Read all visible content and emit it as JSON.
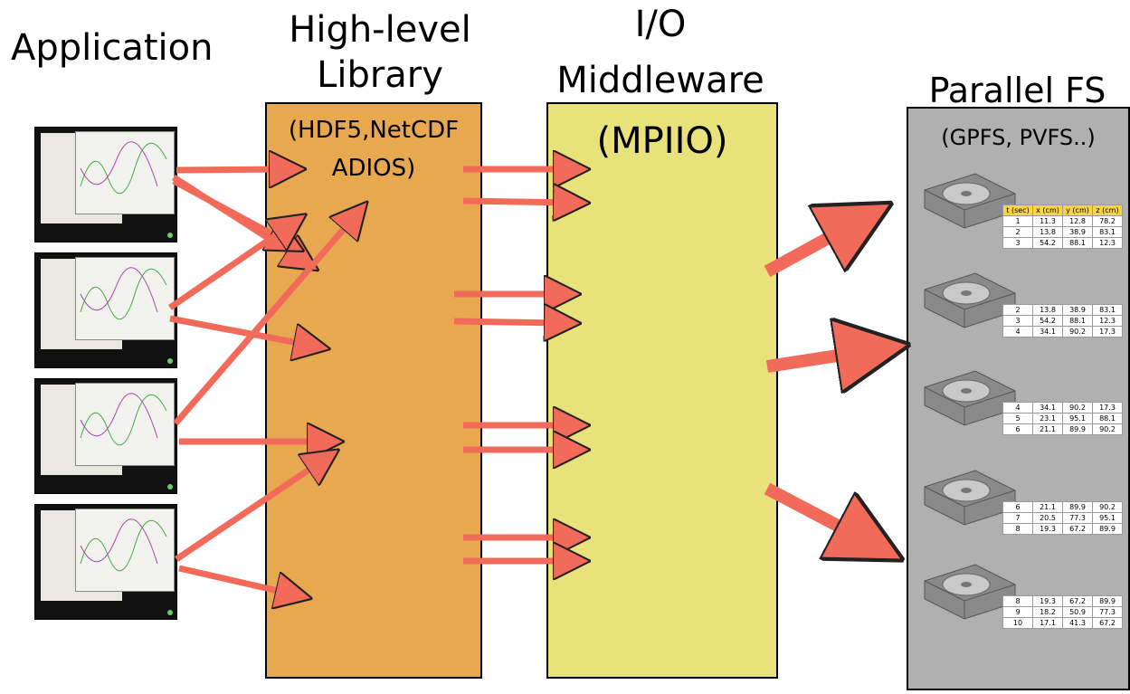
{
  "labels": {
    "application": "Application",
    "high_level_line1": "High-level",
    "high_level_line2": "Library",
    "high_level_sub1": "(HDF5,NetCDF",
    "high_level_sub2": "ADIOS)",
    "io_line1": "I/O",
    "io_line2": "Middleware",
    "io_sub": "(MPIIO)",
    "pfs_title": "Parallel FS",
    "pfs_sub": "(GPFS, PVFS..)"
  },
  "table_header": [
    "t (sec)",
    "x (cm)",
    "y (cm)",
    "z (cm)"
  ],
  "disk_tables": [
    {
      "rows": [
        [
          "1",
          "11.3",
          "12.8",
          "78.2"
        ],
        [
          "2",
          "13.8",
          "38.9",
          "83.1"
        ],
        [
          "3",
          "54.2",
          "88.1",
          "12.3"
        ]
      ]
    },
    {
      "rows": [
        [
          "2",
          "13.8",
          "38.9",
          "83.1"
        ],
        [
          "3",
          "54.2",
          "88.1",
          "12.3"
        ],
        [
          "4",
          "34.1",
          "90.2",
          "17.3"
        ]
      ]
    },
    {
      "rows": [
        [
          "4",
          "34.1",
          "90.2",
          "17.3"
        ],
        [
          "5",
          "23.1",
          "95.1",
          "88.1"
        ],
        [
          "6",
          "21.1",
          "89.9",
          "90.2"
        ]
      ]
    },
    {
      "rows": [
        [
          "6",
          "21.1",
          "89.9",
          "90.2"
        ],
        [
          "7",
          "20.5",
          "77.3",
          "95.1"
        ],
        [
          "8",
          "19.3",
          "67.2",
          "89.9"
        ]
      ]
    },
    {
      "rows": [
        [
          "8",
          "19.3",
          "67.2",
          "89.9"
        ],
        [
          "9",
          "18.2",
          "50.9",
          "77.3"
        ],
        [
          "10",
          "17.1",
          "41.3",
          "67.2"
        ]
      ]
    }
  ],
  "colors": {
    "arrow": "#f26a5a",
    "library_box": "#e8a84f",
    "middleware_box": "#e9e27a",
    "fs_box": "#b0b0b0"
  }
}
